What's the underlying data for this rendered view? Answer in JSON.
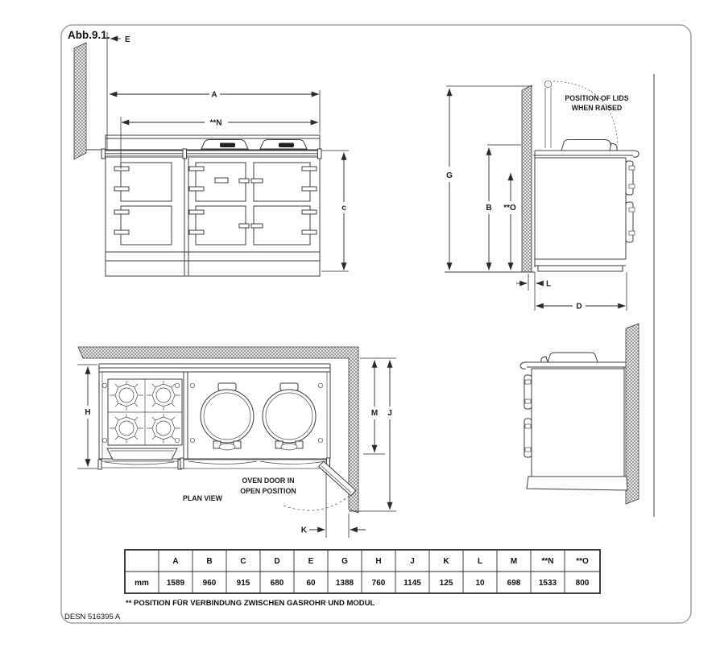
{
  "figure": {
    "title": "Abb.9.1.",
    "desn": "DESN 516395 A",
    "footnote": "** POSITION FÜR VERBINDUNG ZWISCHEN GASROHR UND MODUL"
  },
  "labels": {
    "E": "E",
    "A": "A",
    "N": "**N",
    "c": "c",
    "G": "G",
    "B": "B",
    "O": "**O",
    "L": "L",
    "D": "D",
    "H": "H",
    "M": "M",
    "J": "J",
    "K": "K"
  },
  "annotations": {
    "lids_line1": "POSITION OF LIDS",
    "lids_line2": "WHEN RAISED",
    "oven_door_line1": "OVEN DOOR IN",
    "oven_door_line2": "OPEN POSITION",
    "plan_view": "PLAN VIEW"
  },
  "table": {
    "headers": [
      "",
      "A",
      "B",
      "C",
      "D",
      "E",
      "G",
      "H",
      "J",
      "K",
      "L",
      "M",
      "**N",
      "**O"
    ],
    "unit_row": [
      "mm",
      "1589",
      "960",
      "915",
      "680",
      "60",
      "1388",
      "760",
      "1145",
      "125",
      "10",
      "698",
      "1533",
      "800"
    ]
  },
  "colors": {
    "line": "#3c3c3c",
    "dimension": "#2a2a2a",
    "hatch": "#8a8a8a",
    "panel_border": "#9aa0a4"
  }
}
